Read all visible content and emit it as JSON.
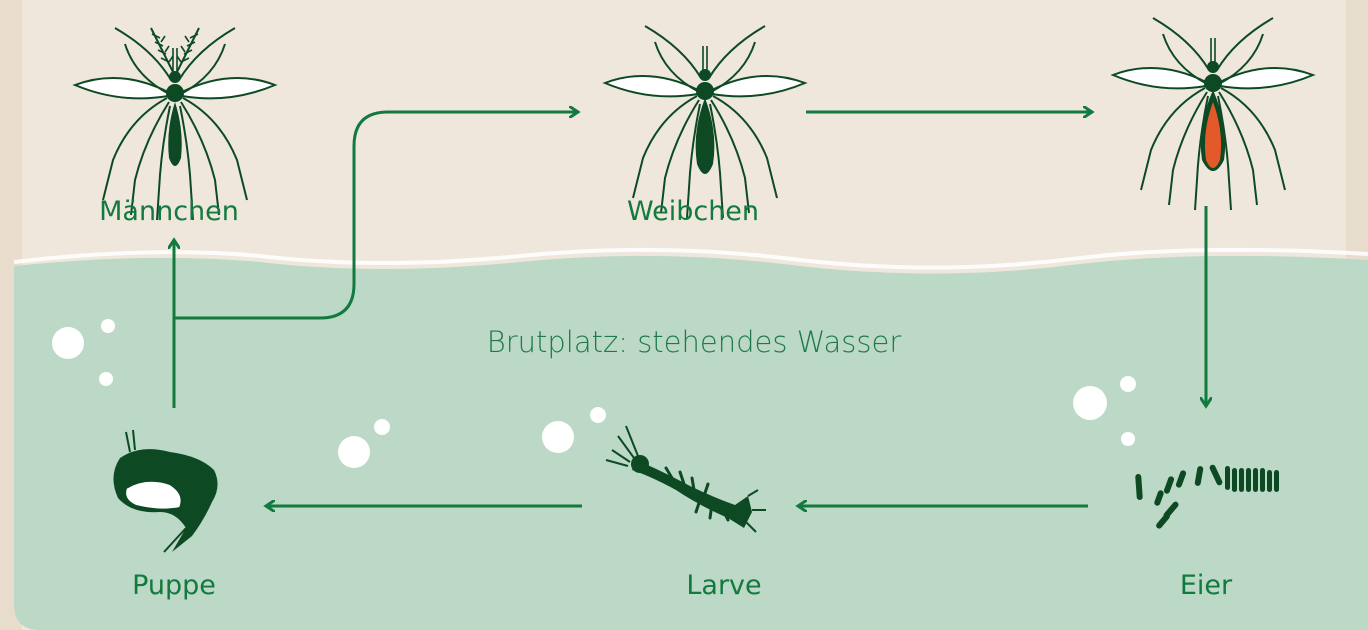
{
  "diagram": {
    "stages": {
      "male": "Männchen",
      "female": "Weibchen",
      "eggs": "Eier",
      "larva": "Larve",
      "pupa": "Puppe"
    },
    "habitat_label": "Brutplatz: stehendes Wasser"
  },
  "colors": {
    "background": "#efe7dc",
    "water": "#bcd8c6",
    "arrow": "#137a3f",
    "insect": "#0d4a24",
    "blood": "#e4592a",
    "bubble": "#ffffff"
  },
  "icons": [
    "male-mosquito-icon",
    "female-mosquito-icon",
    "blood-fed-mosquito-icon",
    "eggs-icon",
    "larva-icon",
    "pupa-icon",
    "bubble-icon"
  ]
}
